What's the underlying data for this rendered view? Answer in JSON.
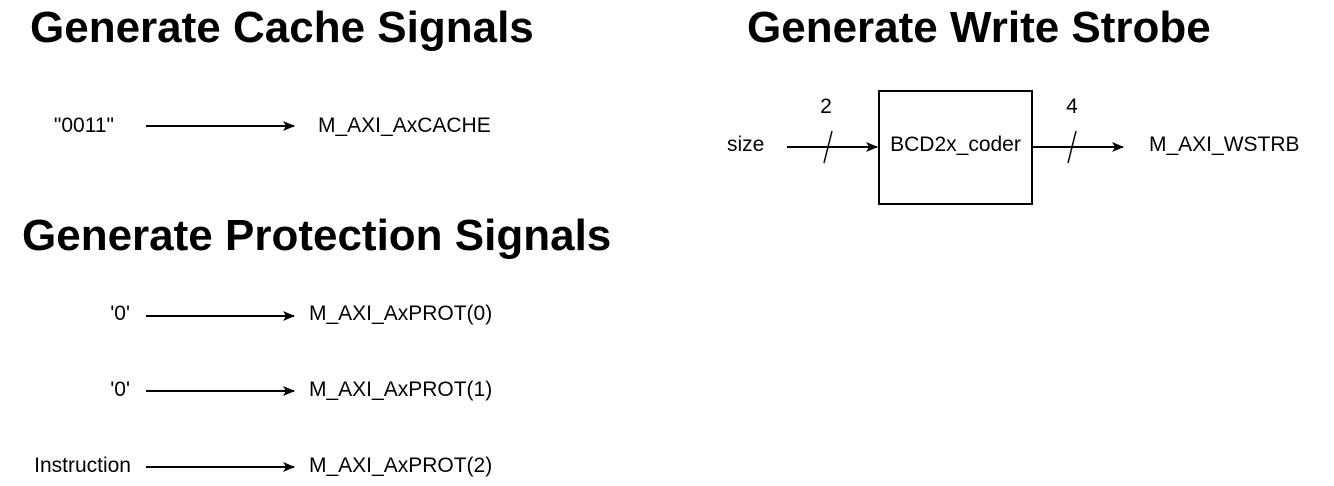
{
  "cache": {
    "title": "Generate Cache Signals",
    "input": "\"0011\"",
    "output": "M_AXI_AxCACHE"
  },
  "protection": {
    "title": "Generate Protection Signals",
    "rows": [
      {
        "input": "'0'",
        "output": "M_AXI_AxPROT(0)"
      },
      {
        "input": "'0'",
        "output": "M_AXI_AxPROT(1)"
      },
      {
        "input": "Instruction",
        "output": "M_AXI_AxPROT(2)"
      }
    ]
  },
  "strobe": {
    "title": "Generate Write Strobe",
    "input": "size",
    "input_width": "2",
    "block": "BCD2x_coder",
    "output_width": "4",
    "output": "M_AXI_WSTRB"
  }
}
